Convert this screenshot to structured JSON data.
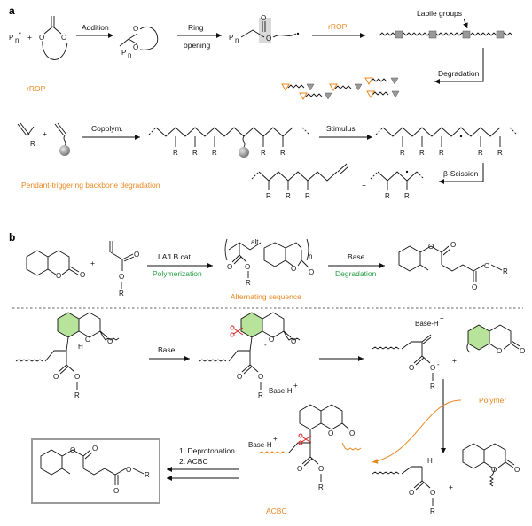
{
  "panel_a": {
    "label": "a",
    "pn": "P",
    "pn_sub": "n",
    "pn_dot": "•",
    "plus": "+",
    "atom_o": "O",
    "addition": "Addition",
    "ring_opening_1": "Ring",
    "ring_opening_2": "opening",
    "rrop_arrow": "rROP",
    "labile_groups": "Labile groups",
    "degradation": "Degradation",
    "rrop_title": "rROP",
    "atom_r": "R",
    "copolym": "Copolym.",
    "stimulus": "Stimulus",
    "beta_scission": "β-Scission",
    "pendant_title": "Pendant-triggering backbone degradation"
  },
  "panel_b": {
    "label": "b",
    "plus": "+",
    "atom_o": "O",
    "atom_r": "R",
    "atom_n": "n",
    "atom_h": "H",
    "alt": "alt",
    "la_lb": "LA/LB cat.",
    "polymerization": "Polymerization",
    "alternating": "Alternating sequence",
    "base": "Base",
    "degradation": "Degradation",
    "base_h": "Base-H",
    "plus_sup": "+",
    "polymer": "Polymer",
    "minus": "-",
    "step1": "1. Deprotonation",
    "step2": "2. ACBC",
    "acbc": "ACBC"
  },
  "colors": {
    "orange": "#e8871e",
    "green_text": "#25a046",
    "green_ring": "#b7e39a",
    "ester_highlight": "#d9d9d9",
    "labile_square": "#9a9a9a",
    "pendant_sphere": "#8c8c8c"
  },
  "icons": [
    "scissors-icon",
    "sphere-icon",
    "labile-square-icon"
  ]
}
